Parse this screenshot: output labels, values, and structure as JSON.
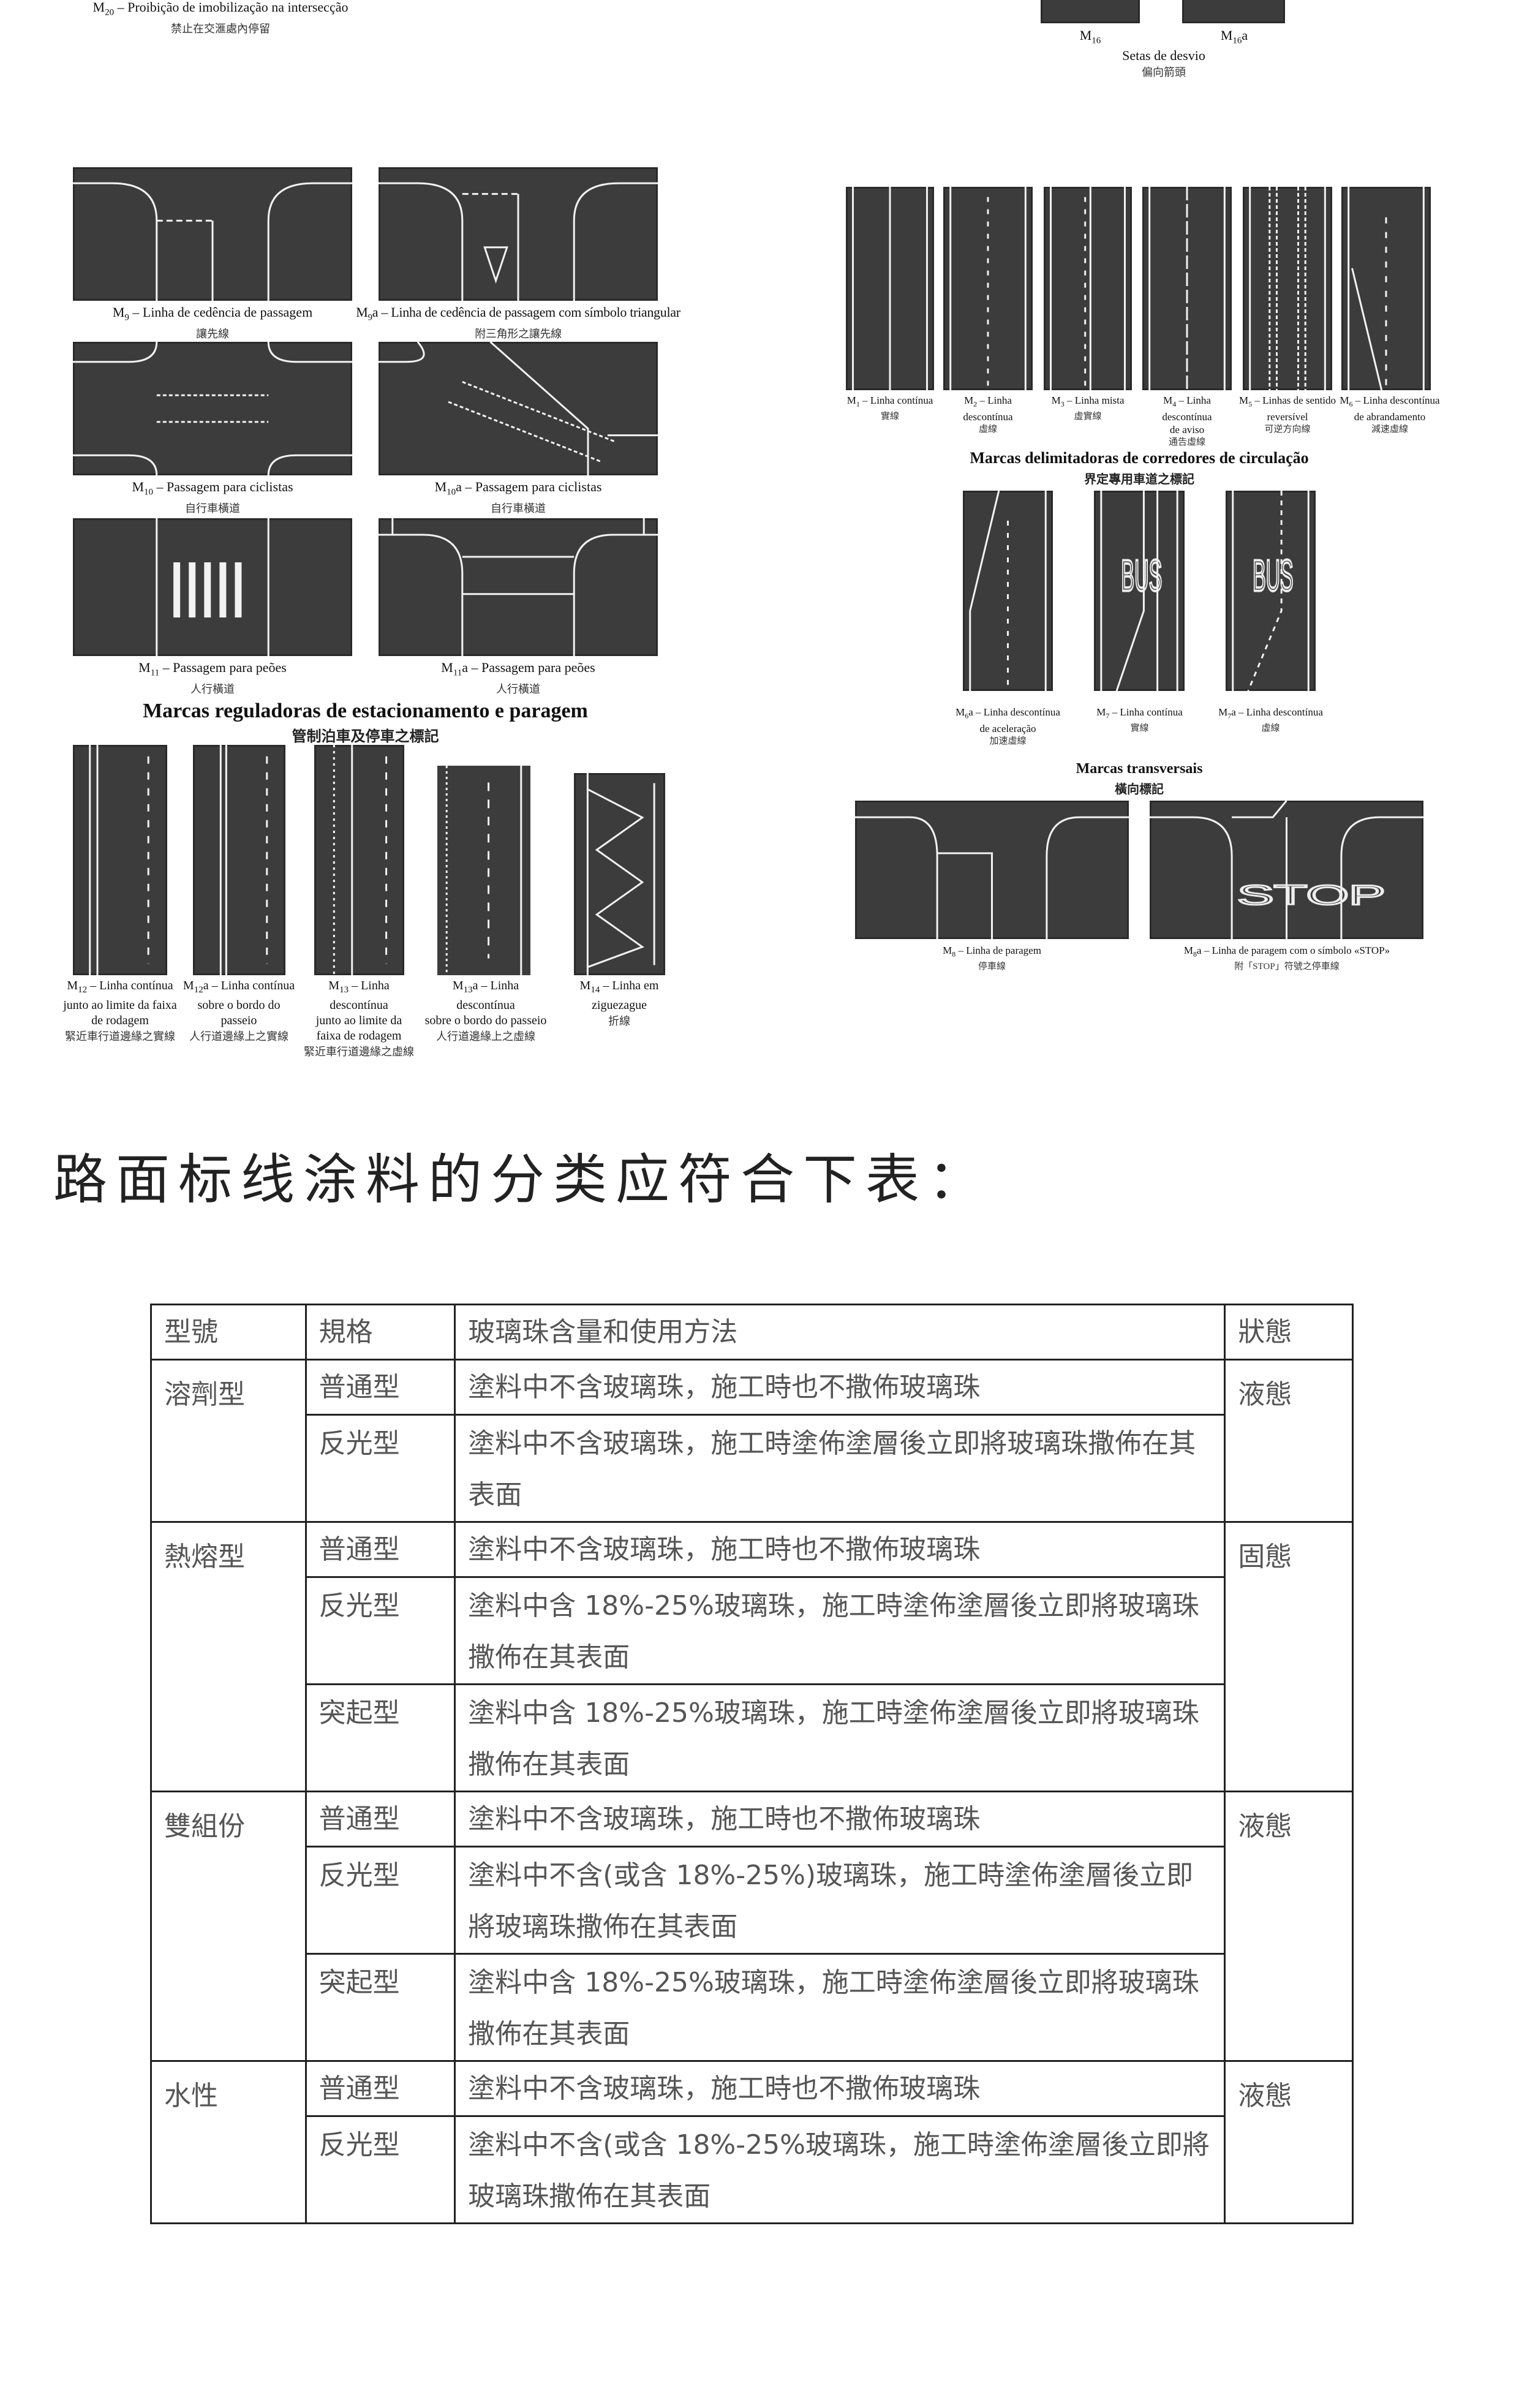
{
  "top_left": {
    "letter": "M",
    "sub": "20",
    "suffix": "",
    "pt": [
      "– Proibição de imobilização na intersecção"
    ],
    "zh": "禁止在交滙處內停留"
  },
  "top_right": {
    "items": [
      {
        "letter": "M",
        "sub": "16",
        "suffix": "",
        "pt": [
          ""
        ],
        "zh": ""
      },
      {
        "letter": "M",
        "sub": "16",
        "suffix": "a",
        "pt": [
          ""
        ],
        "zh": ""
      }
    ],
    "title": "Setas de desvio",
    "zh": "偏向箭頭"
  },
  "left_grid": {
    "items": [
      {
        "letter": "M",
        "sub": "9",
        "suffix": "",
        "pt": [
          "– Linha de cedência de passagem"
        ],
        "zh": "讓先線"
      },
      {
        "letter": "M",
        "sub": "9",
        "suffix": "a",
        "pt": [
          "– Linha de cedência de passagem com símbolo triangular"
        ],
        "zh": "附三角形之讓先線"
      },
      {
        "letter": "M",
        "sub": "10",
        "suffix": "",
        "pt": [
          "– Passagem para ciclistas"
        ],
        "zh": "自行車橫道"
      },
      {
        "letter": "M",
        "sub": "10",
        "suffix": "a",
        "pt": [
          "– Passagem para ciclistas"
        ],
        "zh": "自行車橫道"
      },
      {
        "letter": "M",
        "sub": "11",
        "suffix": "",
        "pt": [
          "– Passagem para peões"
        ],
        "zh": "人行橫道"
      },
      {
        "letter": "M",
        "sub": "11",
        "suffix": "a",
        "pt": [
          "– Passagem para peões"
        ],
        "zh": "人行橫道"
      }
    ]
  },
  "parking": {
    "title": "Marcas reguladoras de estacionamento e paragem",
    "zh": "管制泊車及停車之標記",
    "items": [
      {
        "letter": "M",
        "sub": "12",
        "suffix": "",
        "pt": [
          "– Linha contínua",
          "junto ao limite da faixa",
          "de rodagem"
        ],
        "zh": "緊近車行道邊緣之實線"
      },
      {
        "letter": "M",
        "sub": "12",
        "suffix": "a",
        "pt": [
          "– Linha contínua",
          "sobre o bordo do passeio"
        ],
        "zh": "人行道邊緣上之實線"
      },
      {
        "letter": "M",
        "sub": "13",
        "suffix": "",
        "pt": [
          "– Linha descontínua",
          "junto ao limite da",
          "faixa de rodagem"
        ],
        "zh": "緊近車行道邊緣之虛線"
      },
      {
        "letter": "M",
        "sub": "13",
        "suffix": "a",
        "pt": [
          "– Linha descontínua",
          "sobre o bordo do passeio"
        ],
        "zh": "人行道邊緣上之虛線"
      },
      {
        "letter": "M",
        "sub": "14",
        "suffix": "",
        "pt": [
          "– Linha em ziguezague"
        ],
        "zh": "折線"
      }
    ]
  },
  "lanes": {
    "items": [
      {
        "letter": "M",
        "sub": "1",
        "suffix": "",
        "pt": [
          "– Linha contínua"
        ],
        "zh": "實線"
      },
      {
        "letter": "M",
        "sub": "2",
        "suffix": "",
        "pt": [
          "– Linha descontínua"
        ],
        "zh": "虛線"
      },
      {
        "letter": "M",
        "sub": "3",
        "suffix": "",
        "pt": [
          "– Linha mista"
        ],
        "zh": "虛實線"
      },
      {
        "letter": "M",
        "sub": "4",
        "suffix": "",
        "pt": [
          "– Linha descontínua",
          "de aviso"
        ],
        "zh": "通告虛線"
      },
      {
        "letter": "M",
        "sub": "5",
        "suffix": "",
        "pt": [
          "– Linhas de sentido",
          "reversível"
        ],
        "zh": "可逆方向線"
      },
      {
        "letter": "M",
        "sub": "6",
        "suffix": "",
        "pt": [
          "– Linha descontínua",
          "de abrandamento"
        ],
        "zh": "減速虛線"
      }
    ]
  },
  "corridors": {
    "title": "Marcas delimitadoras de corredores de circulação",
    "zh": "界定專用車道之標記",
    "bus_label": "BUS",
    "items": [
      {
        "letter": "M",
        "sub": "6",
        "suffix": "a",
        "pt": [
          "– Linha descontínua",
          "de aceleração"
        ],
        "zh": "加速虛線"
      },
      {
        "letter": "M",
        "sub": "7",
        "suffix": "",
        "pt": [
          "– Linha contínua"
        ],
        "zh": "實線"
      },
      {
        "letter": "M",
        "sub": "7",
        "suffix": "a",
        "pt": [
          "– Linha descontínua"
        ],
        "zh": "虛線"
      }
    ]
  },
  "transversais": {
    "title": "Marcas transversais",
    "zh": "橫向標記",
    "stop_label": "STOP",
    "items": [
      {
        "letter": "M",
        "sub": "8",
        "suffix": "",
        "pt": [
          "– Linha de paragem"
        ],
        "zh": "停車線"
      },
      {
        "letter": "M",
        "sub": "8",
        "suffix": "a",
        "pt": [
          "– Linha de paragem com o símbolo «STOP»"
        ],
        "zh": "附「STOP」符號之停車線"
      }
    ]
  },
  "heading": "路面标线涂料的分类应符合下表：",
  "table": {
    "headers": [
      "型號",
      "規格",
      "玻璃珠含量和使用方法",
      "狀態"
    ],
    "groups": [
      {
        "type": "溶劑型",
        "state": "液態",
        "rows": [
          {
            "spec": "普通型",
            "method": "塗料中不含玻璃珠，施工時也不撒佈玻璃珠"
          },
          {
            "spec": "反光型",
            "method": "塗料中不含玻璃珠，施工時塗佈塗層後立即將玻璃珠撒佈在其表面"
          }
        ]
      },
      {
        "type": "熱熔型",
        "state": "固態",
        "rows": [
          {
            "spec": "普通型",
            "method": "塗料中不含玻璃珠，施工時也不撒佈玻璃珠"
          },
          {
            "spec": "反光型",
            "method": "塗料中含 18%-25%玻璃珠，施工時塗佈塗層後立即將玻璃珠撒佈在其表面"
          },
          {
            "spec": "突起型",
            "method": "塗料中含 18%-25%玻璃珠，施工時塗佈塗層後立即將玻璃珠撒佈在其表面"
          }
        ]
      },
      {
        "type": "雙組份",
        "state": "液態",
        "rows": [
          {
            "spec": "普通型",
            "method": "塗料中不含玻璃珠，施工時也不撒佈玻璃珠"
          },
          {
            "spec": "反光型",
            "method": "塗料中不含(或含 18%-25%)玻璃珠，施工時塗佈塗層後立即將玻璃珠撒佈在其表面"
          },
          {
            "spec": "突起型",
            "method": "塗料中含 18%-25%玻璃珠，施工時塗佈塗層後立即將玻璃珠撒佈在其表面"
          }
        ]
      },
      {
        "type": "水性",
        "state": "液態",
        "rows": [
          {
            "spec": "普通型",
            "method": "塗料中不含玻璃珠，施工時也不撒佈玻璃珠"
          },
          {
            "spec": "反光型",
            "method": "塗料中不含(或含 18%-25%玻璃珠，施工時塗佈塗層後立即將玻璃珠撒佈在其表面"
          }
        ]
      }
    ]
  },
  "colors": {
    "road": "#3c3c3c",
    "marking": "#f2f2f2",
    "table_border": "#222222",
    "table_text": "#555555"
  }
}
